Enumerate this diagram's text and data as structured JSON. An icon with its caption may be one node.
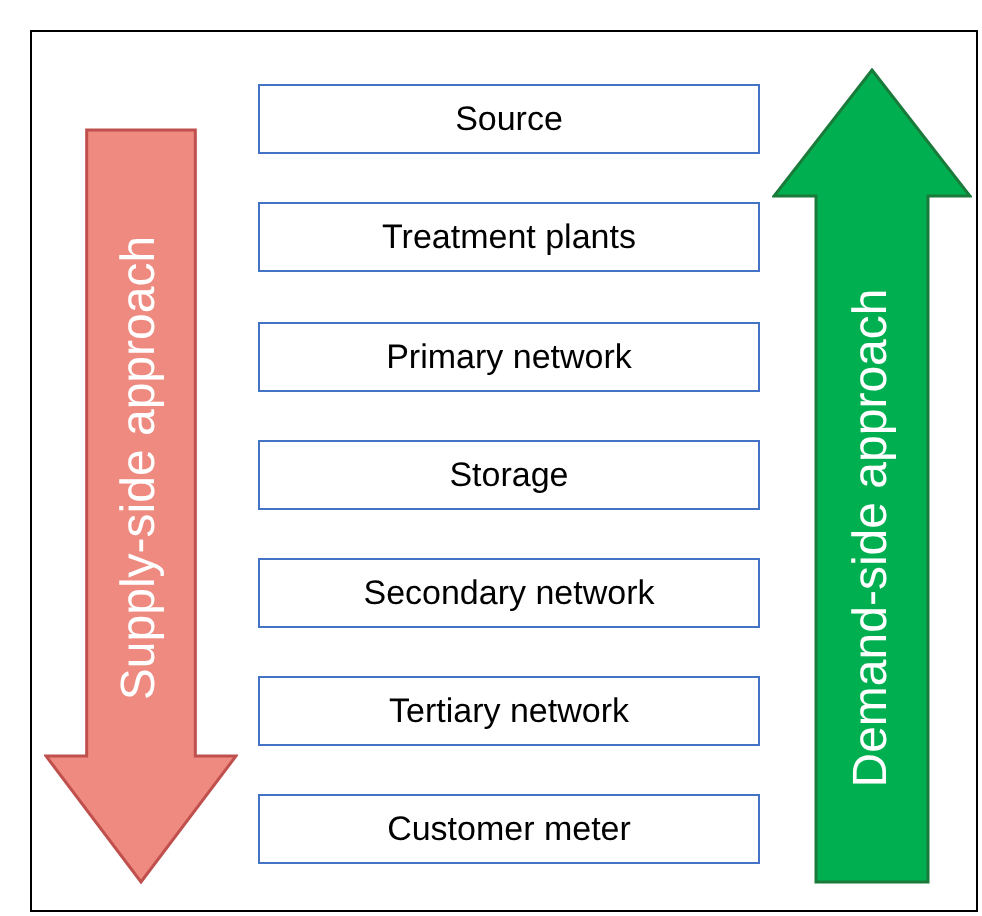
{
  "diagram": {
    "nodes": [
      {
        "text": [
          "Supply-side approach"
        ]
      },
      {
        "text": [
          "Source"
        ]
      },
      {
        "text": [
          "Treatment plants"
        ]
      },
      {
        "text": [
          "Primary network"
        ]
      },
      {
        "text": [
          "Storage"
        ]
      },
      {
        "text": [
          "Secondary network"
        ]
      },
      {
        "text": [
          "Tertiary network"
        ]
      },
      {
        "text": [
          "Customer meter"
        ]
      },
      {
        "text": [
          "Demand-side approach"
        ]
      }
    ]
  }
}
